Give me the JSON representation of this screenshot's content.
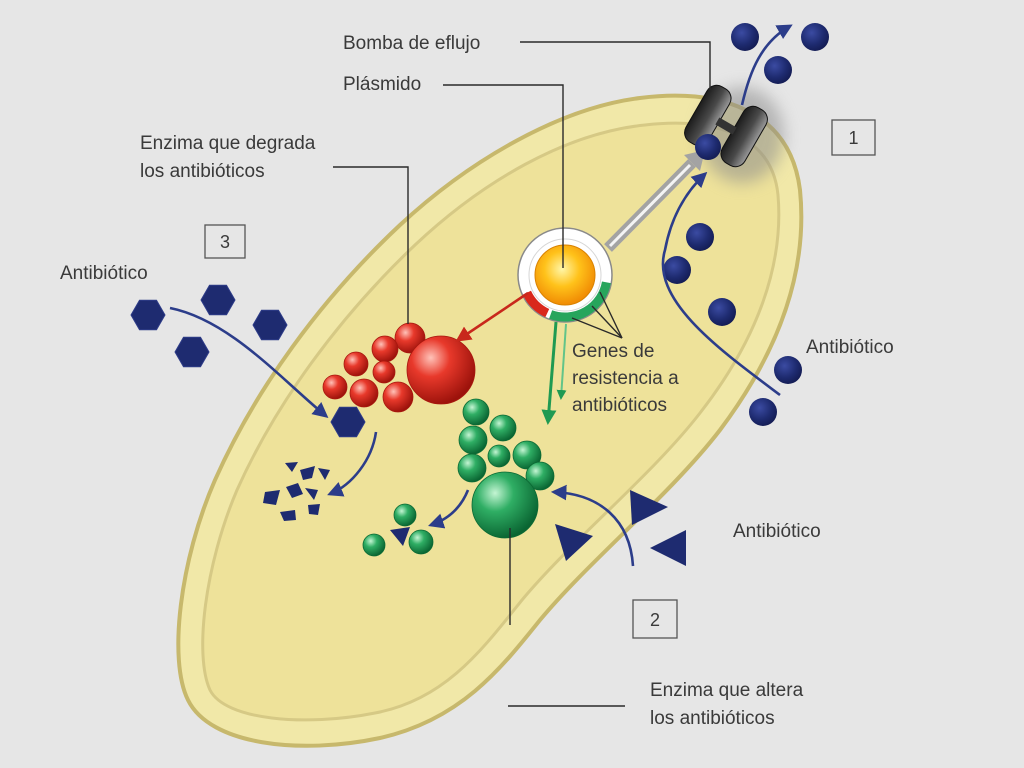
{
  "diagram": {
    "labels": {
      "efflux_pump": "Bomba de eflujo",
      "plasmid": "Plásmido",
      "degrading_enzyme": [
        "Enzima que degrada",
        "los antibióticos"
      ],
      "resistance_genes": [
        "Genes de",
        "resistencia a",
        "antibióticos"
      ],
      "altering_enzyme": [
        "Enzima que altera",
        "los antibióticos"
      ],
      "antibiotic_left": "Antibiótico",
      "antibiotic_right": "Antibiótico",
      "antibiotic_bottom_right": "Antibiótico"
    },
    "mechanism_numbers": [
      "1",
      "2",
      "3"
    ]
  },
  "colors": {
    "background": "#e6e6e6",
    "cell_fill": "#f1e8a8",
    "cell_outline": "#c7b86c",
    "antibiotic": "#1e2b70",
    "arrow": "#2c3d8a",
    "degrading_enzyme": "#d7281c",
    "altering_enzyme": "#159a4f",
    "plasmid_core": "#f5a623",
    "efflux_pump": "#3a3a3a"
  }
}
